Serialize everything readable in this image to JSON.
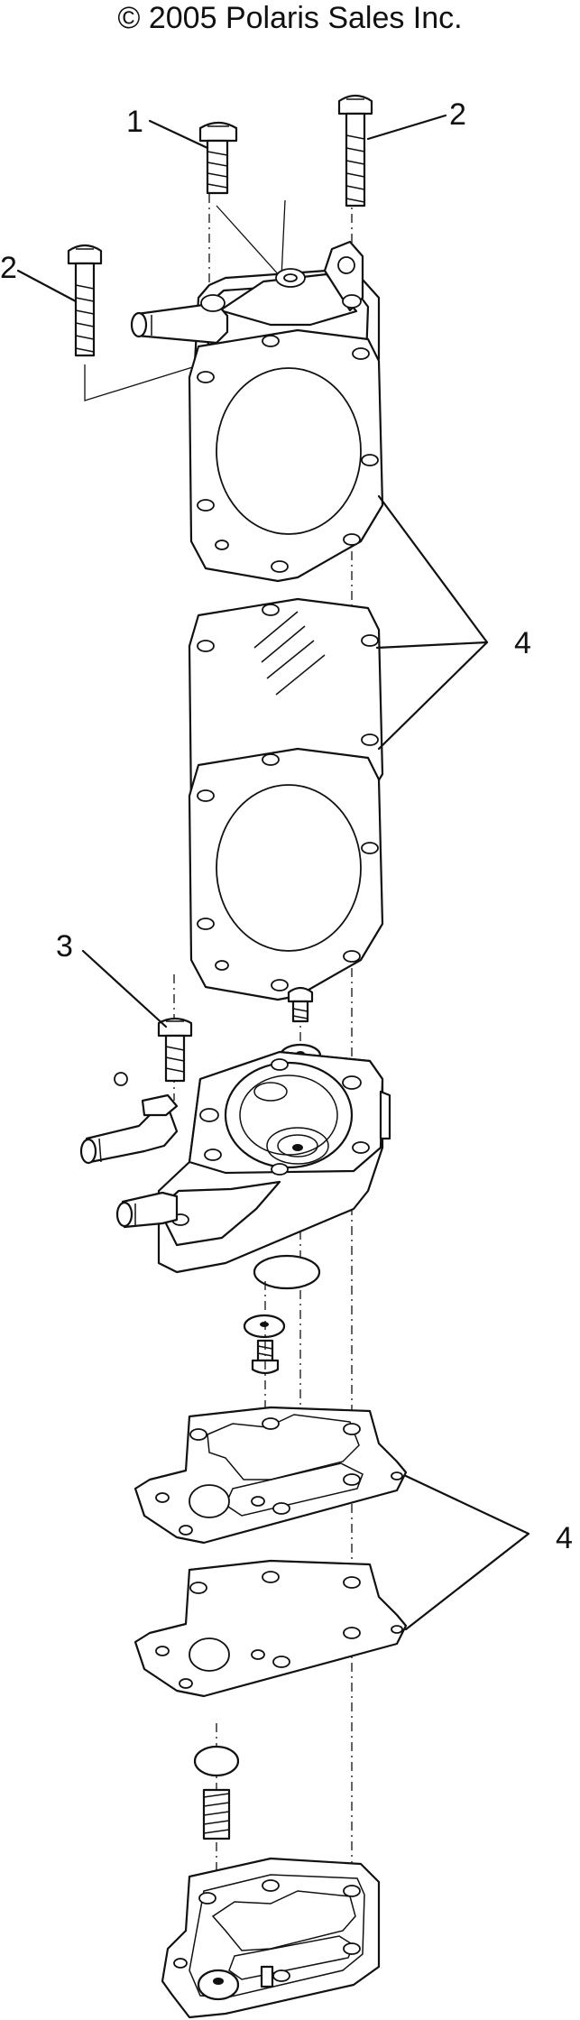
{
  "header": {
    "copyright": "© 2005 Polaris Sales Inc."
  },
  "callouts": [
    {
      "id": "c1",
      "label": "1"
    },
    {
      "id": "c2a",
      "label": "2"
    },
    {
      "id": "c2b",
      "label": "2"
    },
    {
      "id": "c3",
      "label": "3"
    },
    {
      "id": "c4a",
      "label": "4"
    },
    {
      "id": "c4b",
      "label": "4"
    }
  ]
}
